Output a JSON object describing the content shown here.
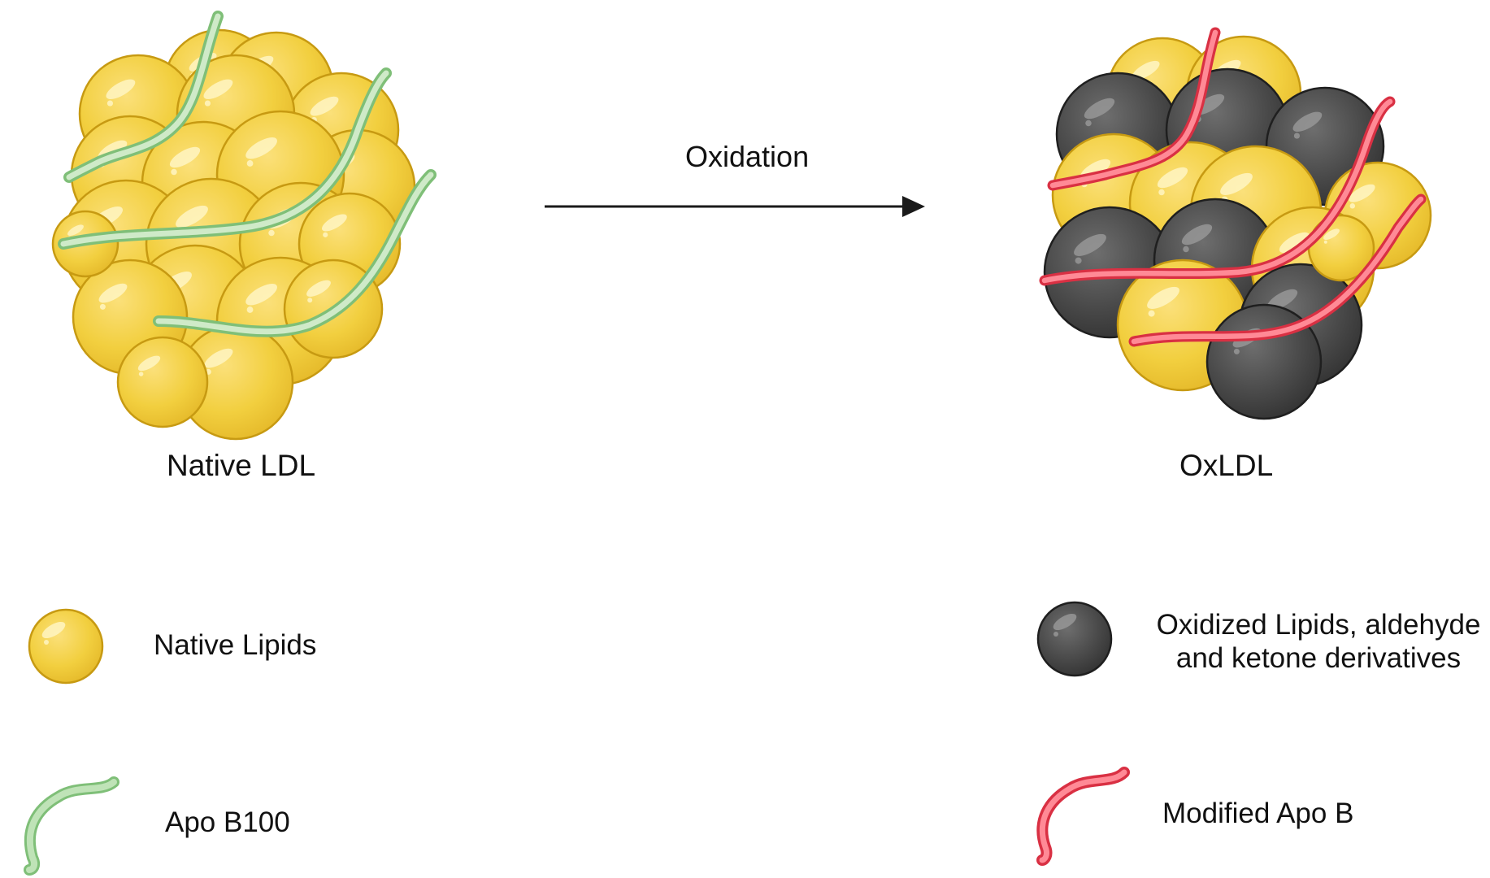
{
  "diagram": {
    "arrow_label": "Oxidation",
    "native_title": "Native LDL",
    "ox_title": "OxLDL",
    "legend": {
      "native_lipids": "Native Lipids",
      "apo_b100": "Apo B100",
      "oxidized_line1": "Oxidized Lipids, aldehyde",
      "oxidized_line2": "and ketone derivatives",
      "modified_apo_b": "Modified Apo B"
    }
  },
  "colors": {
    "lipid_fill": "#f2cf3f",
    "lipid_edge": "#c79a12",
    "oxidized_fill": "#4a4a4a",
    "oxidized_edge": "#1f1f1f",
    "apo_green": "#a8d5a0",
    "apo_green_edge": "#7fbf78",
    "mod_red": "#f4576a",
    "mod_red_edge": "#d93043",
    "arrow": "#1a1a1a"
  }
}
